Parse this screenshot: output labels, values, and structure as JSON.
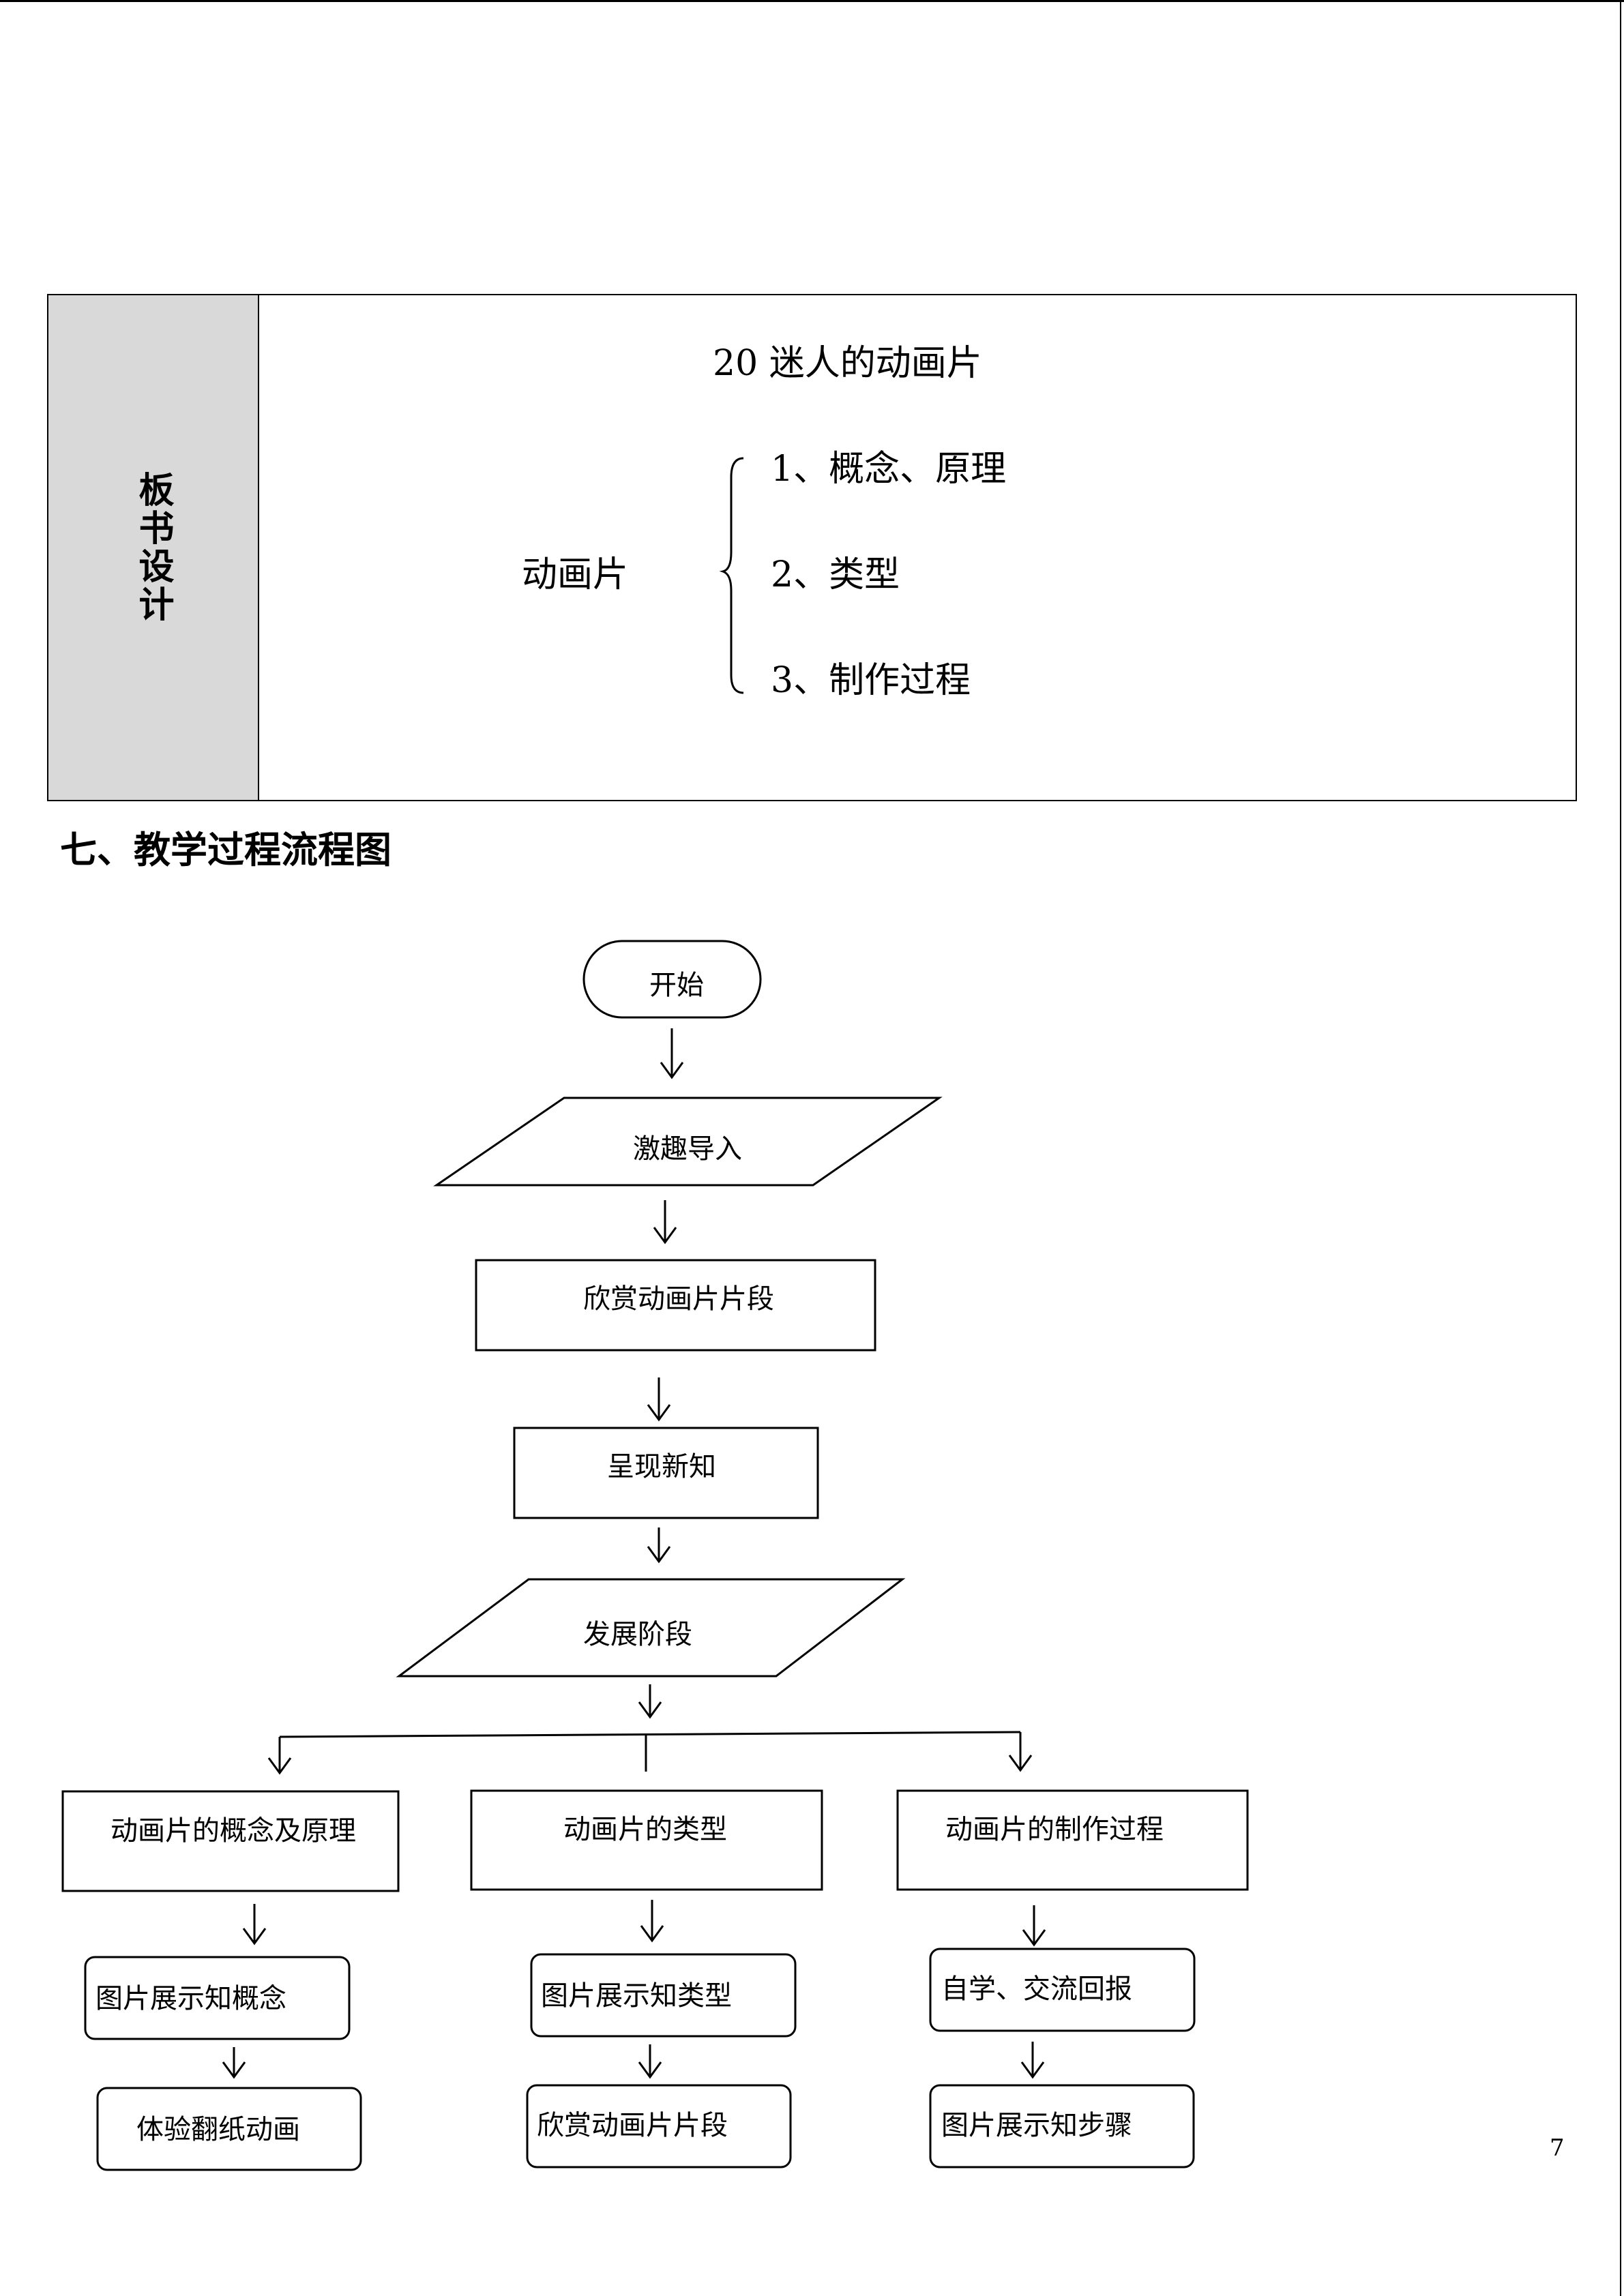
{
  "board_design": {
    "label": "板书设计",
    "title": "20  迷人的动画片",
    "topic": "动画片",
    "items": [
      "1、概念、原理",
      "2、类型",
      "3、制作过程"
    ]
  },
  "section": {
    "heading": "七、教学过程流程图"
  },
  "flowchart": {
    "start": "开始",
    "intro": "激趣导入",
    "appreciate": "欣赏动画片片段",
    "present": "呈现新知",
    "develop": "发展阶段",
    "branches": [
      {
        "title": "动画片的概念及原理",
        "step1": "图片展示知概念",
        "step2": "体验翻纸动画"
      },
      {
        "title": "动画片的类型",
        "step1": "图片展示知类型",
        "step2": "欣赏动画片片段"
      },
      {
        "title": "动画片的制作过程",
        "step1": "自学、交流回报",
        "step2": "图片展示知步骤"
      }
    ]
  },
  "page_number": "7"
}
